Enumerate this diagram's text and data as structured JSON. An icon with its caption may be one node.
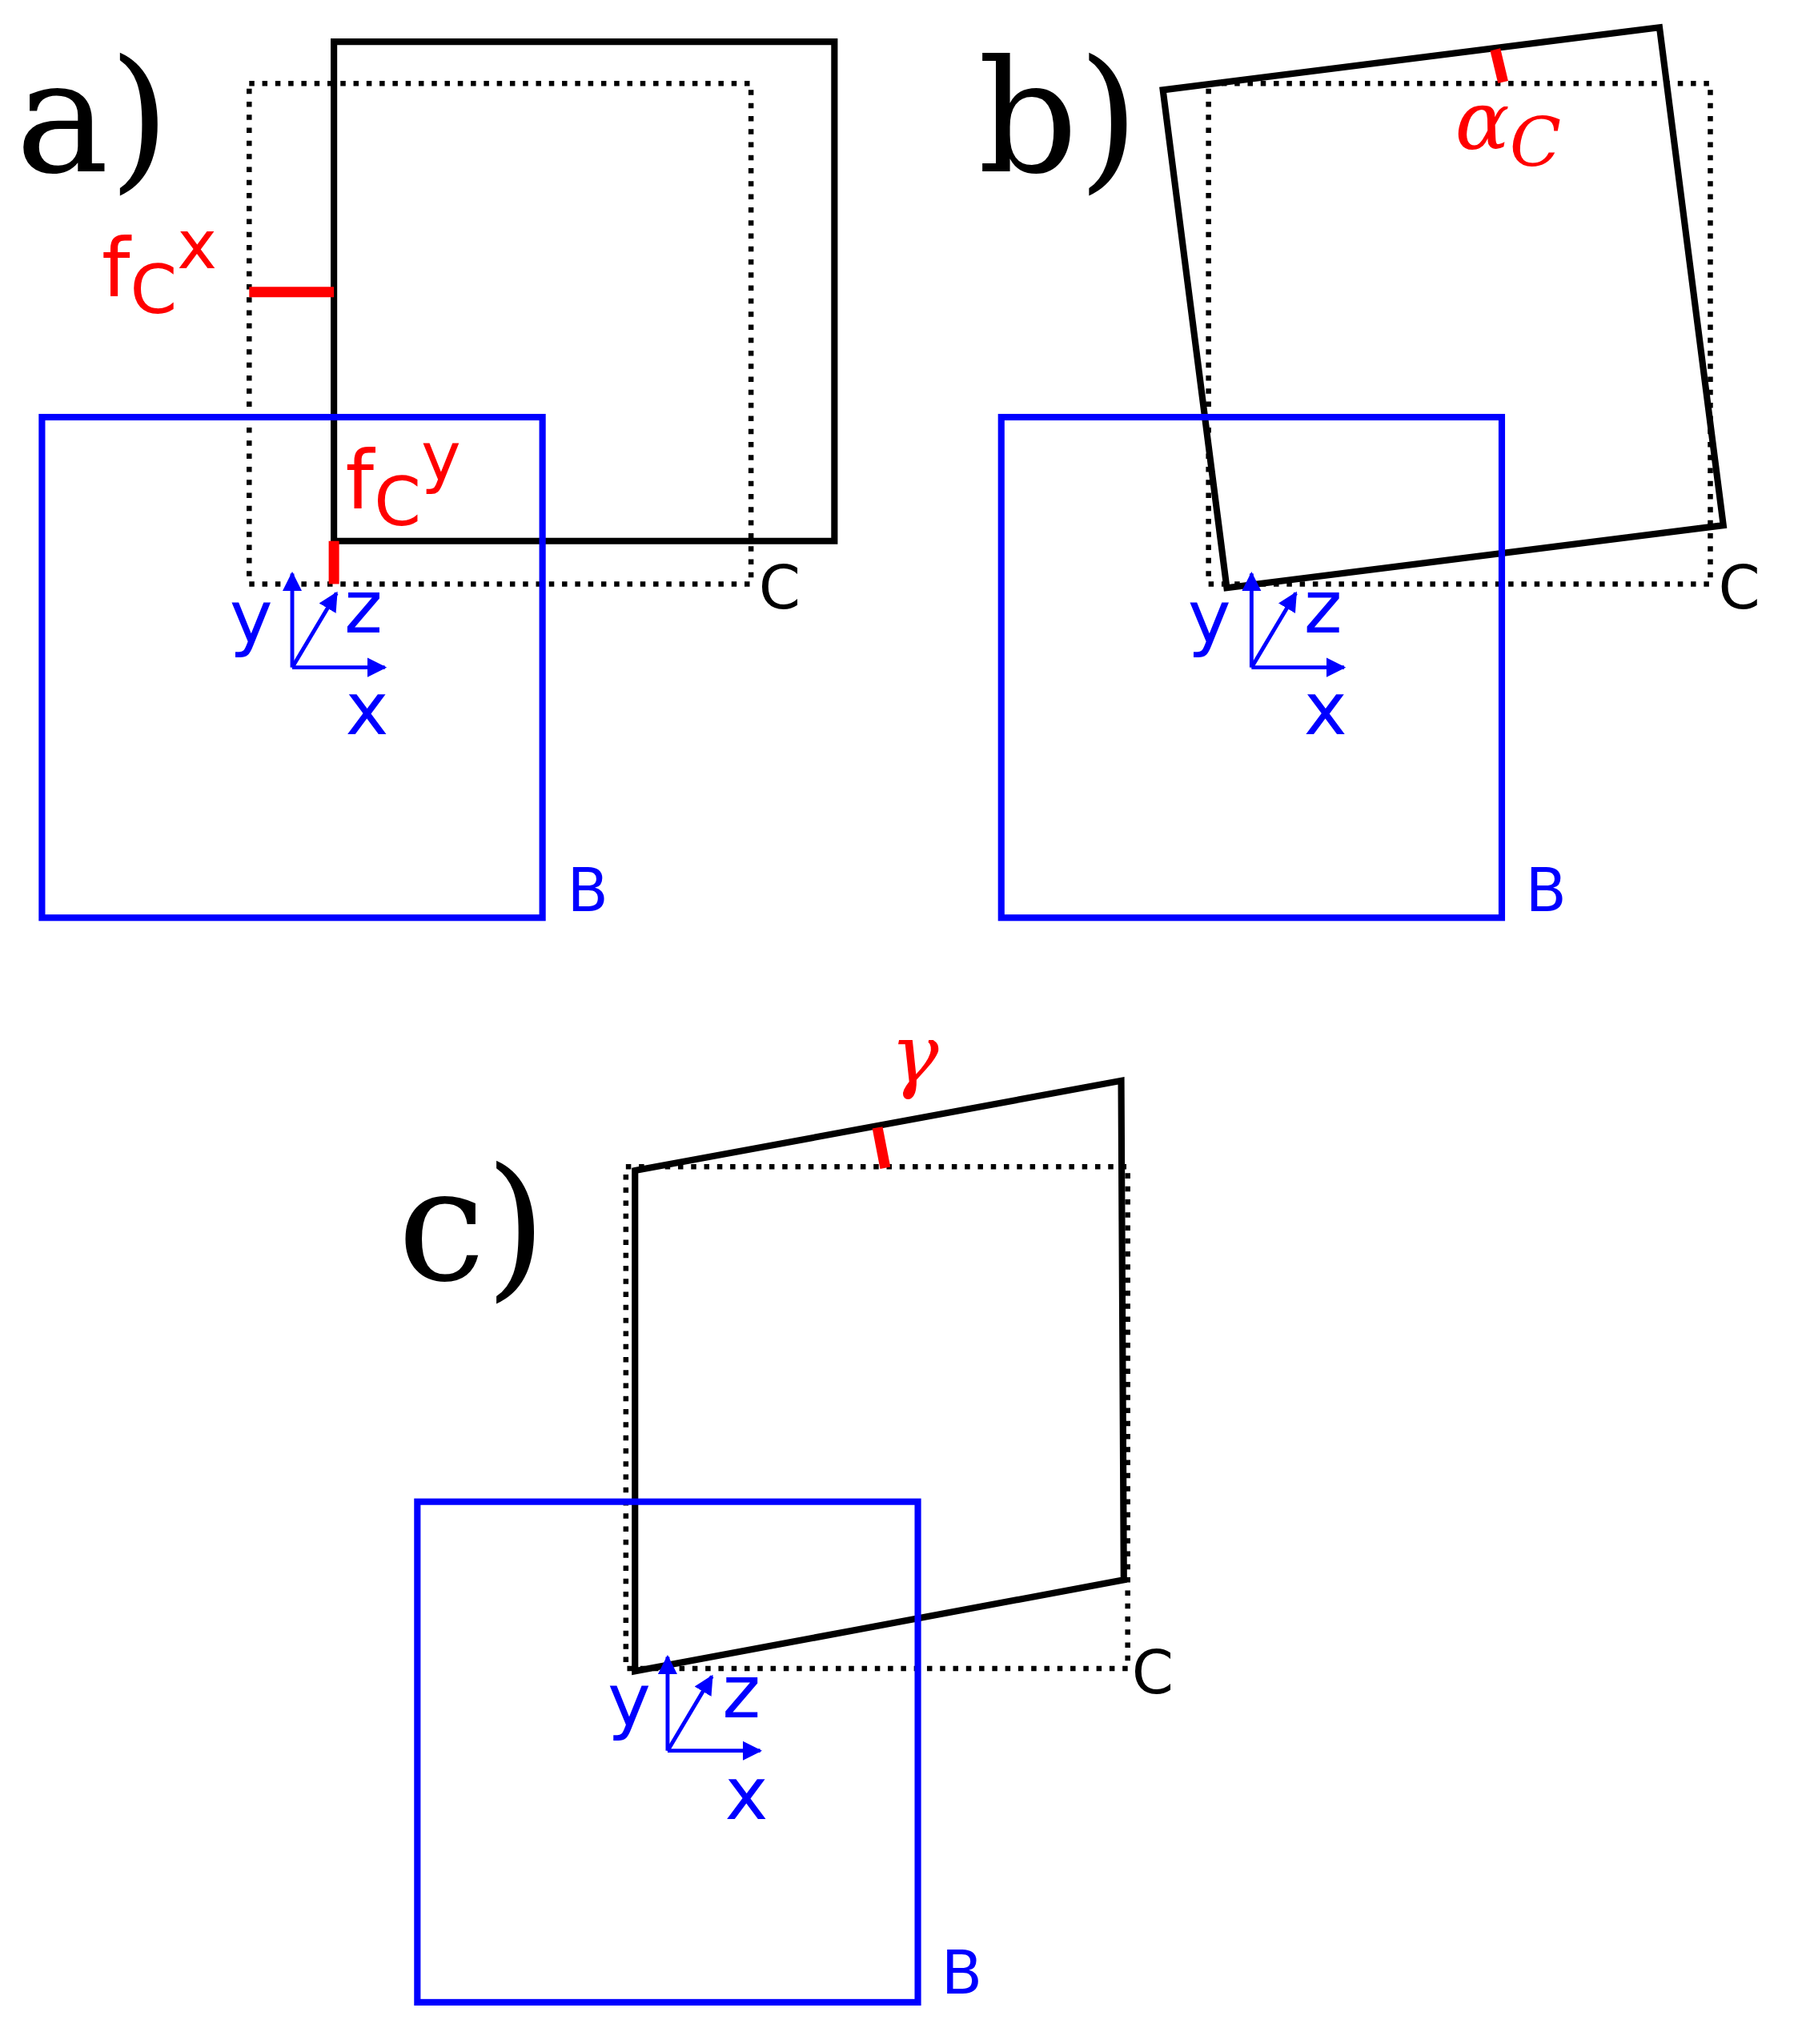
{
  "diagram": {
    "labels": [
      "a)",
      "b)",
      "α$_{C}$",
      "f$_{C}$$^{x}$",
      "f$_{C}$$^{y}$",
      "C",
      "C",
      "y",
      "z",
      "y",
      "z",
      "x",
      "x",
      "B",
      "B",
      "γ",
      "c)",
      "C",
      "y",
      "z",
      "x",
      "B"
    ]
  }
}
